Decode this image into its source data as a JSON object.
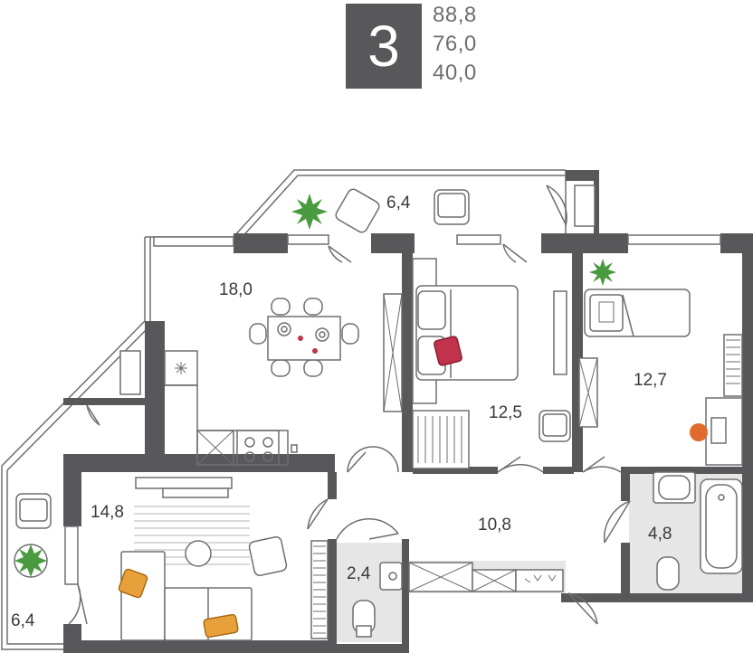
{
  "apartment": {
    "rooms_count": "3",
    "areas": {
      "total": "88,8",
      "living_net": "76,0",
      "living": "40,0"
    }
  },
  "rooms": {
    "loggia_top": "6,4",
    "kitchen_living": "18,0",
    "bedroom_master": "12,5",
    "bedroom_small": "12,7",
    "bedroom_left": "14,8",
    "hall": "10,8",
    "bathroom": "4,8",
    "wc": "2,4",
    "loggia_left": "6,4"
  },
  "colors": {
    "wall": "#58585a",
    "badge": "#58585a",
    "line": "#6d6e71",
    "tile": "#e6e6e7",
    "plant": "#4a9a3f",
    "pillow_red": "#c0334a",
    "pillow_orange": "#e8a13a",
    "chair_orange": "#e26a2c"
  }
}
